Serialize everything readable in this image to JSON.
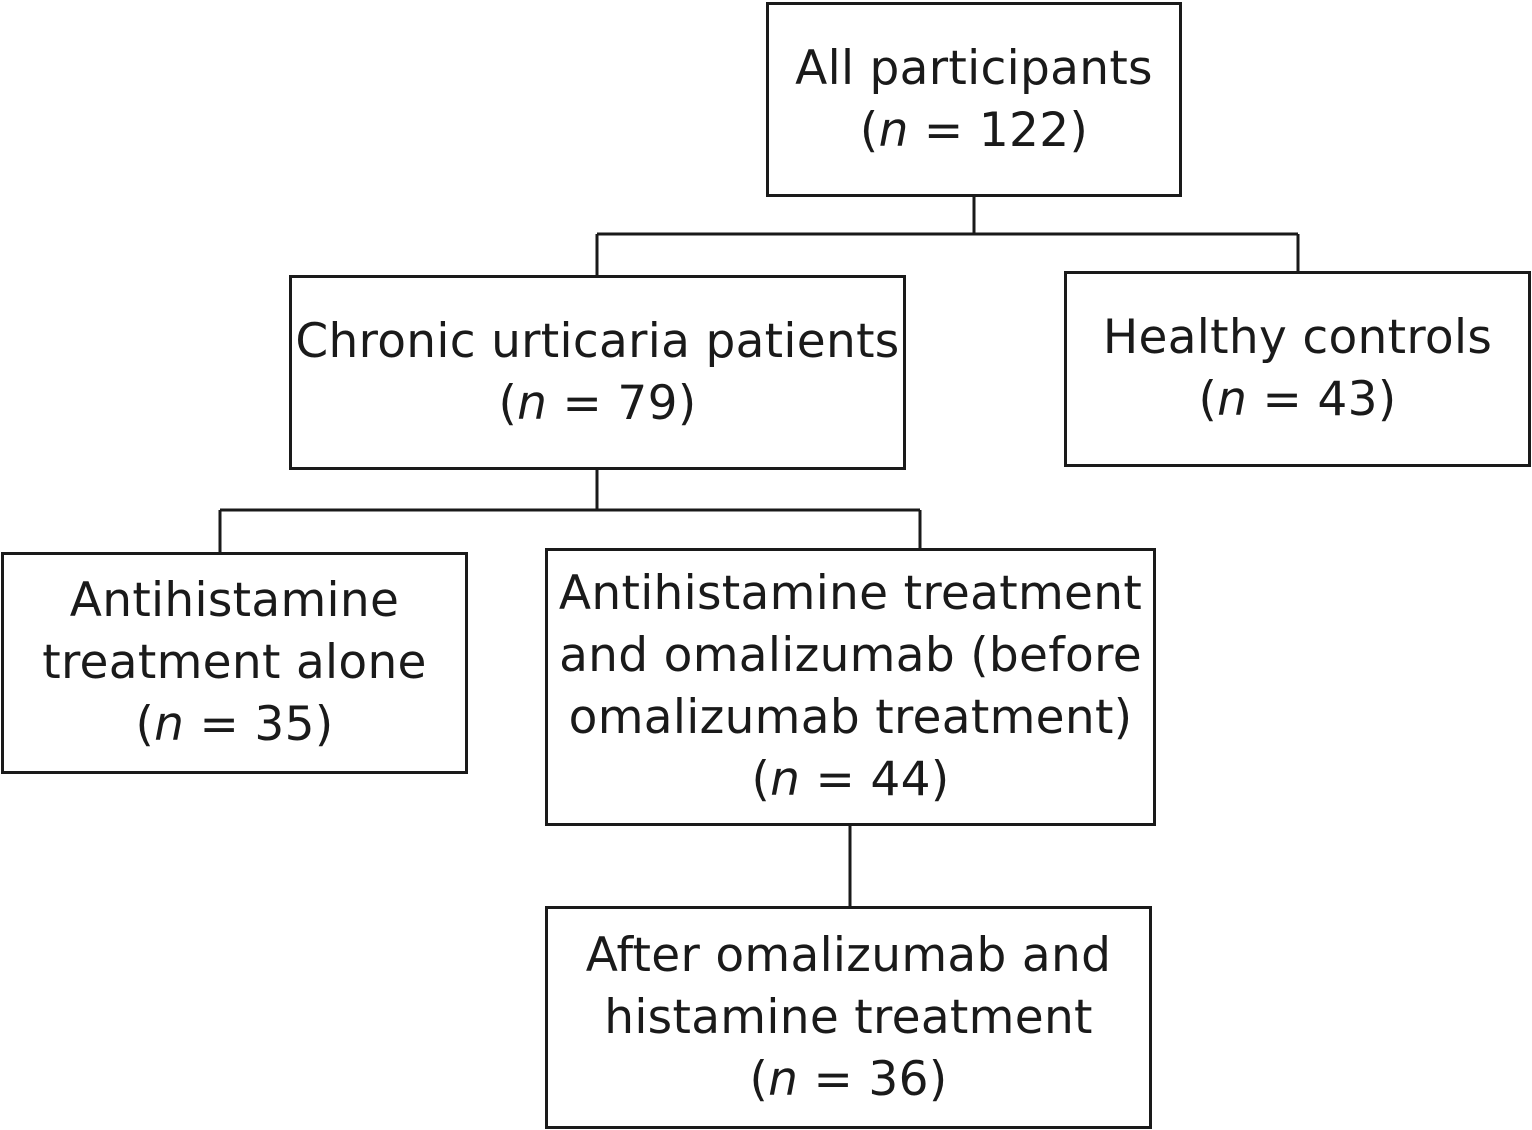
{
  "diagram": {
    "type": "participant-flowchart",
    "nodes": [
      {
        "id": "all",
        "lines": [
          "All participants"
        ],
        "count": "122"
      },
      {
        "id": "chronic",
        "lines": [
          "Chronic urticaria patients"
        ],
        "count": "79"
      },
      {
        "id": "healthy",
        "lines": [
          "Healthy controls"
        ],
        "count": "43"
      },
      {
        "id": "antihist",
        "lines": [
          "Antihistamine",
          "treatment alone"
        ],
        "count": "35"
      },
      {
        "id": "before",
        "lines": [
          "Antihistamine treatment",
          "and omalizumab (before",
          "omalizumab treatment)"
        ],
        "count": "44"
      },
      {
        "id": "after",
        "lines": [
          "After omalizumab and",
          "histamine treatment"
        ],
        "count": "36"
      }
    ],
    "edges": [
      {
        "from": "all",
        "to": "chronic"
      },
      {
        "from": "all",
        "to": "healthy"
      },
      {
        "from": "chronic",
        "to": "antihist"
      },
      {
        "from": "chronic",
        "to": "before"
      },
      {
        "from": "before",
        "to": "after"
      }
    ],
    "count_prefix": "(",
    "count_var": "n",
    "count_eq": " = ",
    "count_suffix": ")"
  },
  "colors": {
    "stroke": "#1a1a1a",
    "text": "#1a1a1a",
    "background": "#ffffff"
  }
}
